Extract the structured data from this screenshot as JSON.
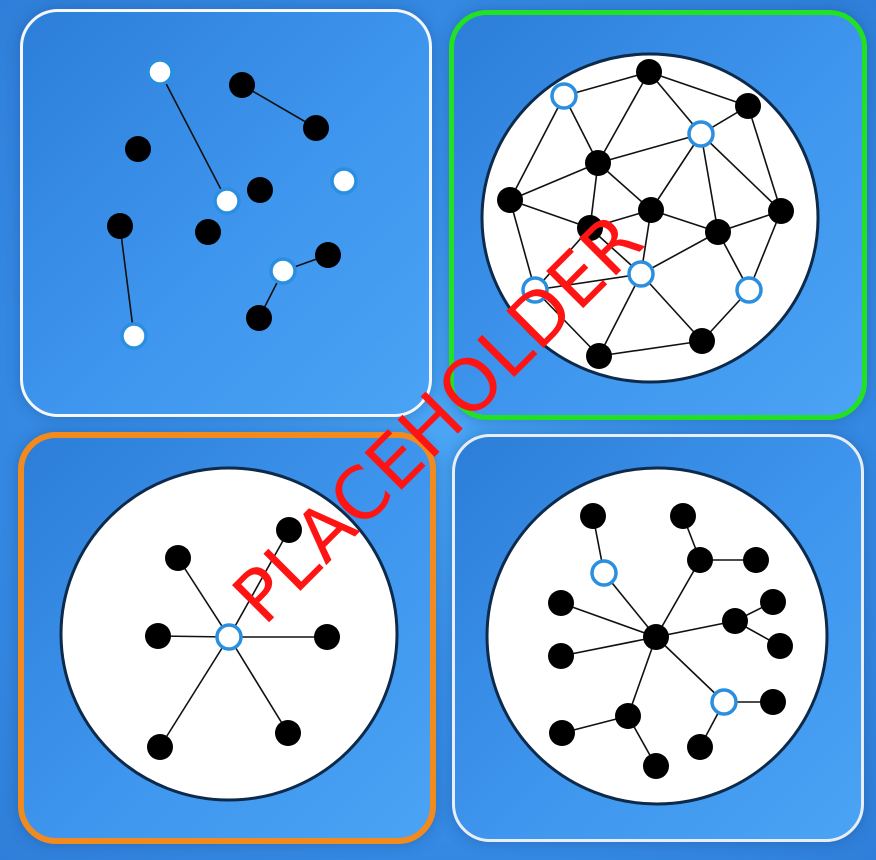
{
  "watermark": {
    "text": "PLACEHOLDER"
  },
  "colors": {
    "background": "#3a92ea",
    "panel_border_default": "#f4f7fb",
    "panel_border_selected": "#22e022",
    "panel_border_highlight": "#f28a1e",
    "node_filled": "#000000",
    "node_open_fill": "#ffffff",
    "node_open_stroke": "#2a8fe0",
    "edge": "#111111",
    "disk": "#ffffff"
  },
  "panels": [
    {
      "name": "panel-scattered-graph",
      "state": "default",
      "node_icon": "graph-node-icon",
      "has_disk": false
    },
    {
      "name": "panel-mesh-graph",
      "state": "selected",
      "node_icon": "graph-node-icon",
      "has_disk": true
    },
    {
      "name": "panel-star-graph",
      "state": "highlighted",
      "node_icon": "graph-node-icon",
      "has_disk": true
    },
    {
      "name": "panel-tree-graph",
      "state": "default",
      "node_icon": "graph-node-icon",
      "has_disk": true
    }
  ]
}
